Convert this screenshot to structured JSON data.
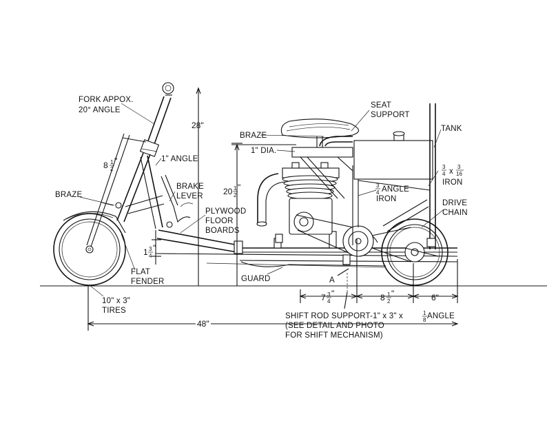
{
  "labels": {
    "fork": "FORK APPOX.",
    "fork_angle": "20° ANGLE",
    "seat_support_1": "SEAT",
    "seat_support_2": "SUPPORT",
    "tank": "TANK",
    "braze_top": "BRAZE",
    "one_inch_dia": "1\" DIA.",
    "one_inch_angle": "1\" ANGLE",
    "brake_1": "BRAKE",
    "brake_2": "LEVER",
    "braze_left": "BRAZE",
    "plywood_1": "PLYWOOD",
    "plywood_2": "FLOOR",
    "plywood_3": "BOARDS",
    "angle_iron_1": "ANGLE",
    "angle_iron_2": "IRON",
    "iron_right": "IRON",
    "drive_1": "DRIVE",
    "drive_2": "CHAIN",
    "flat_1": "FLAT",
    "flat_2": "FENDER",
    "guard": "GUARD",
    "point_a": "A",
    "tires_1": "10\" x 3\"",
    "tires_2": "TIRES",
    "shift_1": "SHIFT ROD SUPPORT-1\" x 3\" x ",
    "shift_1_tail": " ANGLE",
    "shift_2": "(SEE DETAIL AND PHOTO",
    "shift_3": "FOR SHIFT MECHANISM)"
  },
  "dimensions": {
    "fork_len_whole": "8",
    "height_28": "28\"",
    "height_20_whole": "20",
    "small_height_whole": "1",
    "dim_7_whole": "7",
    "dim_8_whole": "8",
    "dim_6": "6\"",
    "overall_48": "48\"",
    "frac_half": "1",
    "frac_2": "2",
    "frac_3": "3",
    "frac_4": "4",
    "frac_8": "8",
    "frac_16": "16"
  }
}
